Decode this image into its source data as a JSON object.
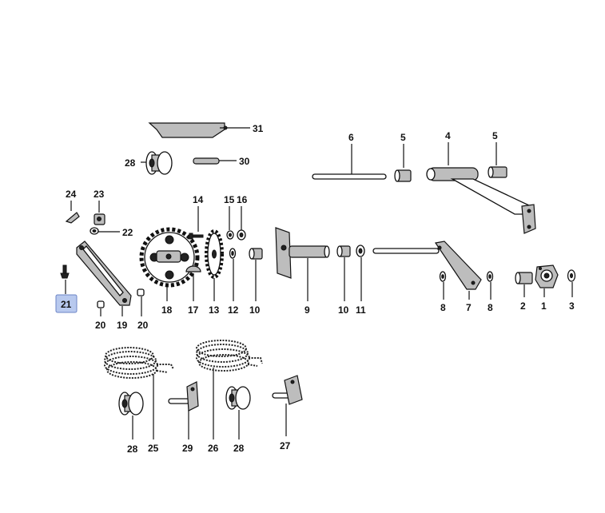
{
  "highlighted_callout": "21",
  "colors": {
    "highlight_fill": "#b8c9ee",
    "highlight_border": "#6b84c6",
    "ink": "#111111"
  },
  "callouts": {
    "c1": "1",
    "c2": "2",
    "c3": "3",
    "c4": "4",
    "c5a": "5",
    "c5b": "5",
    "c6": "6",
    "c7": "7",
    "c8a": "8",
    "c8b": "8",
    "c9": "9",
    "c10a": "10",
    "c10b": "10",
    "c11": "11",
    "c12": "12",
    "c13": "13",
    "c14": "14",
    "c15": "15",
    "c16": "16",
    "c17": "17",
    "c18": "18",
    "c19": "19",
    "c20a": "20",
    "c20b": "20",
    "c21": "21",
    "c22": "22",
    "c23": "23",
    "c24": "24",
    "c25": "25",
    "c26": "26",
    "c27": "27",
    "c28a": "28",
    "c28b": "28",
    "c28c": "28",
    "c29": "29",
    "c30": "30",
    "c31": "31"
  }
}
